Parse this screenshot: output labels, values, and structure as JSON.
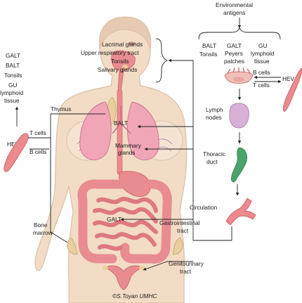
{
  "top_right": {
    "env_line1": "Environmental",
    "env_line2": "antigens",
    "col1_line1": "BALT",
    "col1_line2": "Tonsils",
    "col2_line1": "GALT",
    "col2_line2": "Peyers",
    "col2_line3": "patches",
    "col3_line1": "GU",
    "col3_line2": "lymphoid",
    "col3_line3": "tissue",
    "b_cells": "B cells",
    "t_cells": "T cells",
    "hev": "HEV",
    "lymph_line1": "Lymph",
    "lymph_line2": "nodes",
    "thoracic_line1": "Thoracic",
    "thoracic_line2": "duct",
    "circulation": "Circulation"
  },
  "left_panel": {
    "galt": "GALT",
    "balt": "BALT",
    "tonsils": "Tonsils",
    "gu": "GU",
    "lymphoid": "lymphoid",
    "tissue": "tissue",
    "t_cells": "T cells",
    "b_cells": "B cells",
    "hev": "HEV"
  },
  "body": {
    "lacrimal": "Lacrimal glands",
    "upper_resp": "Upper respiratory tract",
    "tonsils": "Tonsils",
    "salivary": "Salivary glands",
    "thymus": "Thymus",
    "balt": "BALT",
    "mammary_line1": "Mammary",
    "mammary_line2": "glands",
    "galt": "GALT",
    "gi_line1": "Gastrointestinal",
    "gi_line2": "tract",
    "bone_line1": "Bone",
    "bone_line2": "marrow",
    "gu_line1": "Genitourinary",
    "gu_line2": "tract",
    "signature": "©S.Toyan UMHC"
  },
  "colors": {
    "skin": "#f2dcc5",
    "skin_edge": "#d9bfa5",
    "organ_pink": "#e98c92",
    "organ_dark": "#c9565e",
    "lung": "#f1a6b8",
    "lymph_node": "#d9b0d6",
    "duct": "#4aa36b",
    "thymus": "#e8cf9c"
  }
}
